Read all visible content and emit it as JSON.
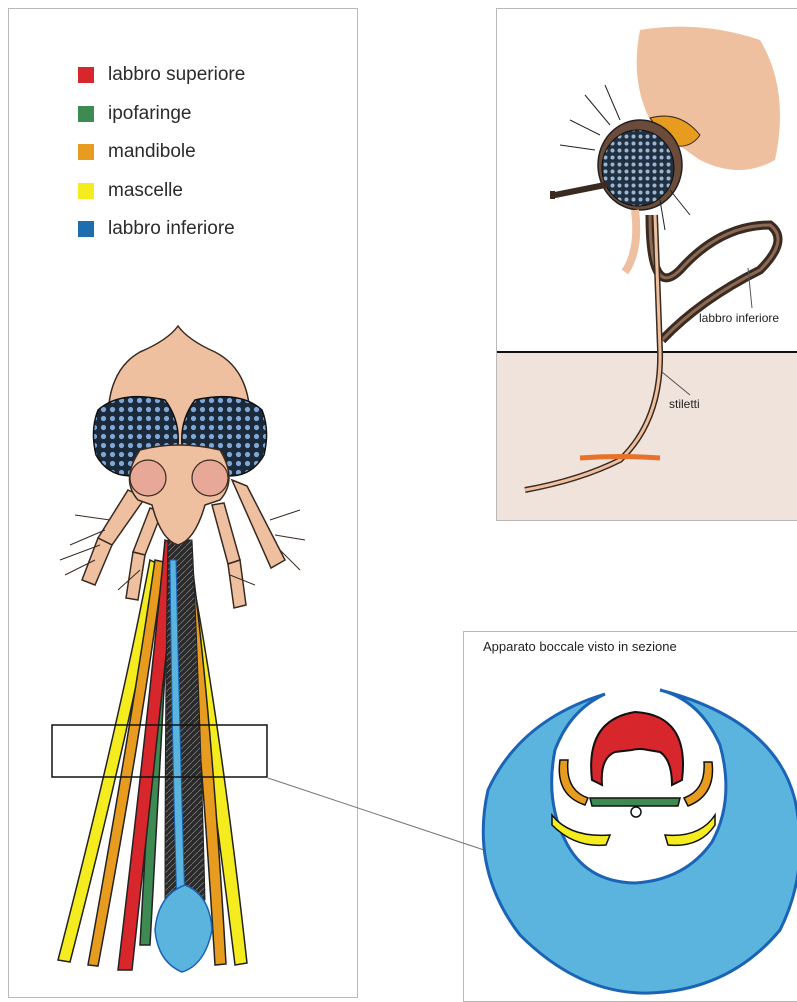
{
  "legend": {
    "items": [
      {
        "label": "labbro superiore",
        "color": "#d8262d"
      },
      {
        "label": "ipofaringe",
        "color": "#3d8a52"
      },
      {
        "label": "mandibole",
        "color": "#e89c1f"
      },
      {
        "label": "mascelle",
        "color": "#f4ec1f"
      },
      {
        "label": "labbro inferiore",
        "color": "#1f6db1"
      }
    ]
  },
  "side_view": {
    "label_lower_lip": "labbro inferiore",
    "label_stylets": "stiletti"
  },
  "section": {
    "title": "Apparato boccale visto in sezione"
  },
  "colors": {
    "skin": "#eec0a0",
    "eye": "#1b2a3a",
    "eye_dots": "#7fa7d6",
    "section_fill": "#5ab4de",
    "section_edge": "#1a63b5",
    "ground": "#efe3dc"
  }
}
